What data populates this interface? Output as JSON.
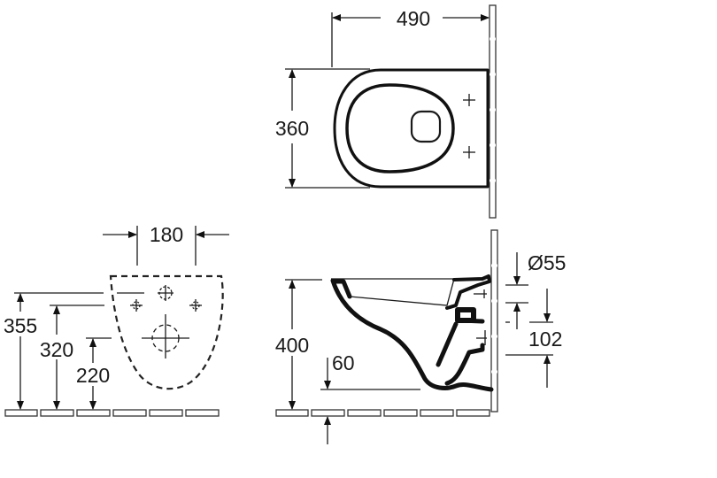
{
  "top_view": {
    "width_label": "490",
    "depth_label": "360"
  },
  "front_view": {
    "fixing_spacing_label": "180",
    "height_355_label": "355",
    "height_320_label": "320",
    "height_220_label": "220"
  },
  "side_view": {
    "rim_height_label": "400",
    "trap_offset_label": "60",
    "inlet_diameter_label": "Ø55",
    "outlet_offset_label": "102"
  }
}
